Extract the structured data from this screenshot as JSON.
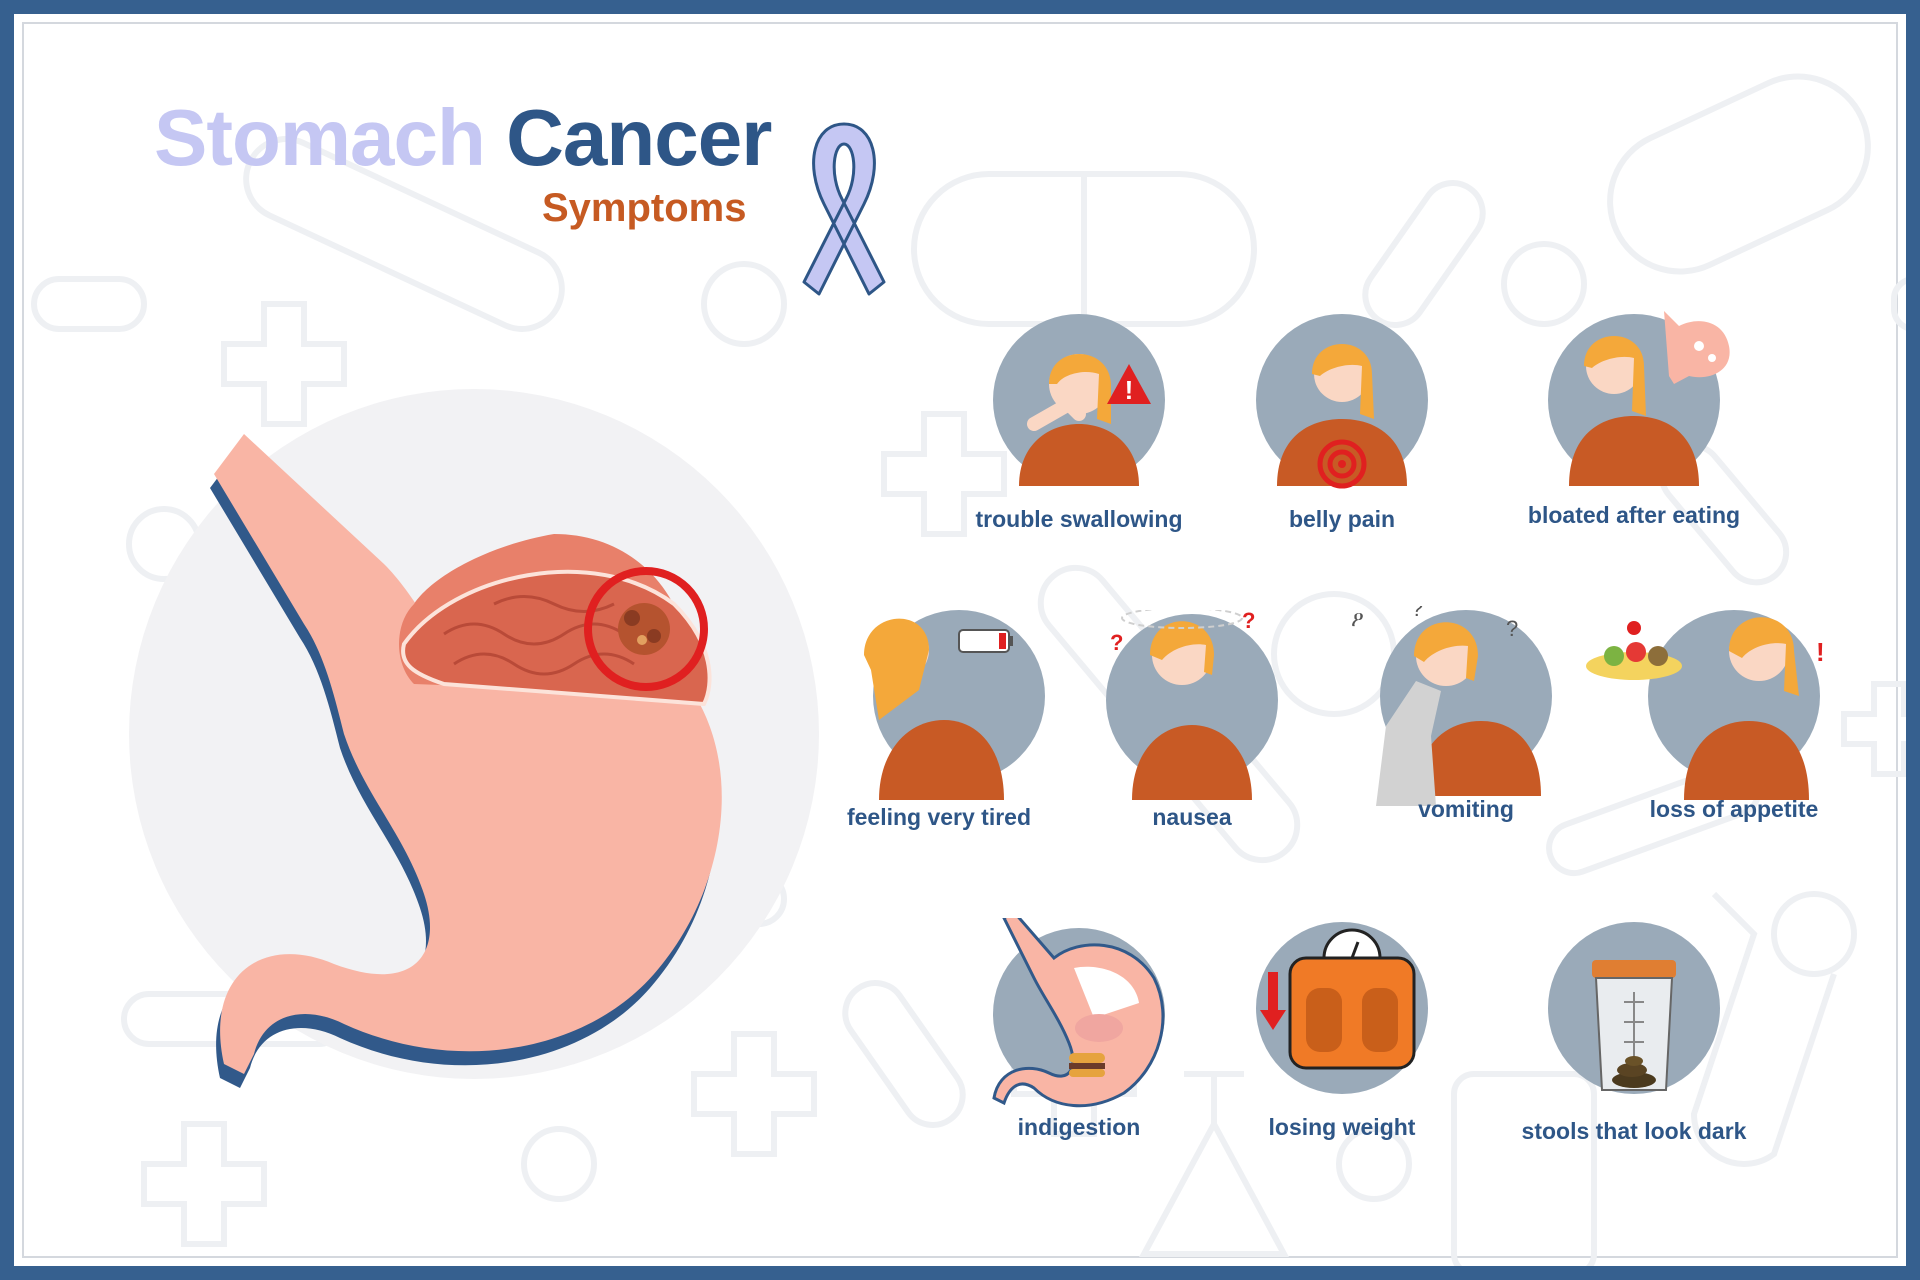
{
  "title": {
    "word1": "Stomach",
    "word2": "Cancer",
    "subtitle": "Symptoms"
  },
  "colors": {
    "frame": "#36608f",
    "title_light": "#c5c7f3",
    "title_dark": "#2e5687",
    "subtitle": "#c65a22",
    "label": "#2e5687",
    "icon_circle": "#9aaab9",
    "stomach": "#f9b5a5",
    "stomach_shadow": "#31598a",
    "tumor_ring": "#e02020",
    "shirt": "#c85a25",
    "hair": "#f4a83a",
    "skin": "#fad7c4",
    "ribbon": "#c5c7f3"
  },
  "illustration": {
    "organ_icon": "stomach-icon",
    "tumor_marker": "tumor-highlight-icon",
    "ribbon_icon": "awareness-ribbon-icon"
  },
  "symptoms": [
    {
      "label": "trouble swallowing",
      "icon": "trouble-swallowing-icon"
    },
    {
      "label": "belly pain",
      "icon": "belly-pain-icon"
    },
    {
      "label": "bloated after eating",
      "icon": "bloated-icon"
    },
    {
      "label": "feeling very tired",
      "icon": "tired-icon"
    },
    {
      "label": "nausea",
      "icon": "nausea-icon"
    },
    {
      "label": "vomiting",
      "icon": "vomiting-icon"
    },
    {
      "label": "loss of appetite",
      "icon": "loss-of-appetite-icon"
    },
    {
      "label": "indigestion",
      "icon": "indigestion-icon"
    },
    {
      "label": "losing weight",
      "icon": "losing-weight-icon"
    },
    {
      "label": "stools that look dark",
      "icon": "stool-sample-icon"
    }
  ]
}
